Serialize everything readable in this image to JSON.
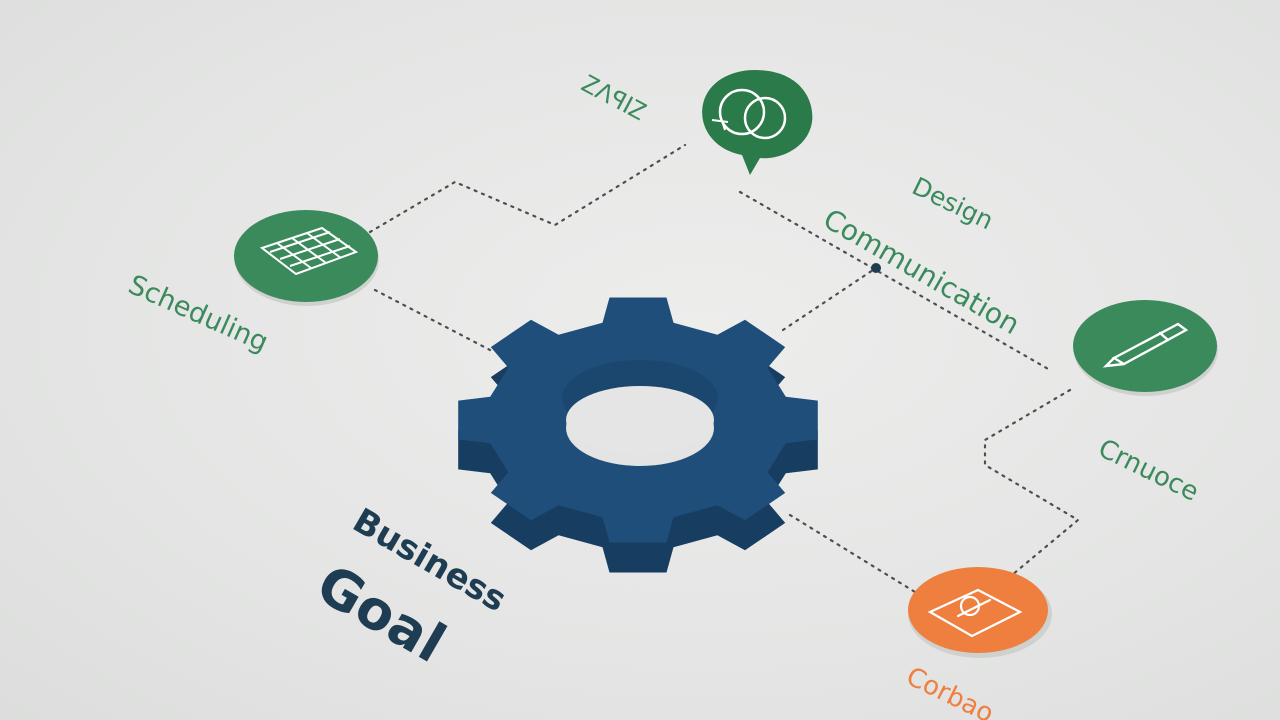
{
  "colors": {
    "green": "#3a8a5c",
    "green_dark": "#2b7a4a",
    "orange": "#ee7f3e",
    "gear_blue": "#1f4e7a",
    "gear_dark": "#173d61",
    "title_dark": "#1f3d52",
    "connector": "#4a4f50",
    "background": "#e6e7e6"
  },
  "title": {
    "line1": "Business",
    "line2": "Goal"
  },
  "nodes": {
    "top": {
      "label": "ᏃΛꟼꓲᏃ",
      "icon": "chat-bubble-icon"
    },
    "scheduling": {
      "label": "Scheduling",
      "icon": "calendar-icon"
    },
    "communication": {
      "label_line1": "Design",
      "label_line2": "Communication",
      "icon": "pen-icon"
    },
    "right": {
      "label": "Crnuoce",
      "icon": "pen-icon"
    },
    "bottom": {
      "label": "Corbao",
      "icon": "document-icon"
    }
  },
  "center": {
    "icon": "gear-icon"
  }
}
